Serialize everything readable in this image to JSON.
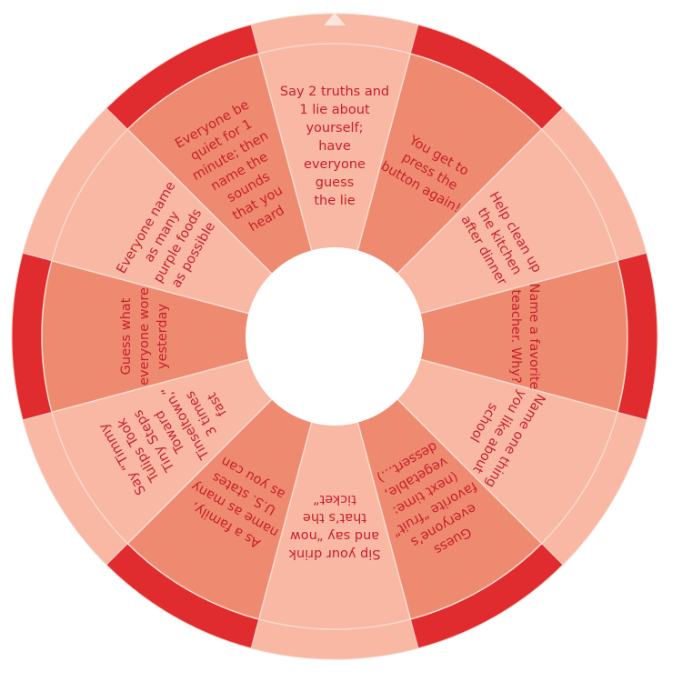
{
  "wheel": {
    "colors": {
      "outer_dark": "#e02b2f",
      "dark": "#ee8a70",
      "light": "#f8b8a3",
      "hub": "#ffffff",
      "text": "#c8202a",
      "pointer": "#fce5dc"
    },
    "segments": [
      {
        "lines": [
          "Say 2 truths and",
          "1 lie about",
          "yourself;",
          "have",
          "everyone",
          "guess",
          "the lie"
        ],
        "shade": "light",
        "rim": "light"
      },
      {
        "lines": [
          "You get to",
          "press the",
          "button again!"
        ],
        "shade": "dark",
        "rim": "red"
      },
      {
        "lines": [
          "Help clean up",
          "the kitchen",
          "after dinner"
        ],
        "shade": "light",
        "rim": "light"
      },
      {
        "lines": [
          "Name a favorite",
          "teacher. Why?"
        ],
        "shade": "dark",
        "rim": "red"
      },
      {
        "lines": [
          "Name one thing",
          "you like about",
          "school"
        ],
        "shade": "light",
        "rim": "light"
      },
      {
        "lines": [
          "Guess",
          "everyone’s",
          "favorite “fruit”",
          "(next time:",
          "vegetable,",
          "dessert…)"
        ],
        "shade": "dark",
        "rim": "red"
      },
      {
        "lines": [
          "Sip your drink",
          "and say “now",
          "that’s the",
          "ticket”"
        ],
        "shade": "light",
        "rim": "light"
      },
      {
        "lines": [
          "As a family,",
          "name as many",
          "U.S. states",
          "as you can"
        ],
        "shade": "dark",
        "rim": "red"
      },
      {
        "lines": [
          "Say “Timmy",
          "Tulips Took",
          "Tiny Steps",
          "Toward",
          "Tinseltown,”",
          "3 times",
          "fast"
        ],
        "shade": "light",
        "rim": "light"
      },
      {
        "lines": [
          "Guess what",
          "everyone wore",
          "yesterday"
        ],
        "shade": "dark",
        "rim": "red"
      },
      {
        "lines": [
          "Everyone name",
          "as many",
          "purple foods",
          "as possible"
        ],
        "shade": "light",
        "rim": "light"
      },
      {
        "lines": [
          "Everyone be",
          "quiet for 1",
          "minute; then",
          "name the",
          "sounds",
          "that you",
          "heard"
        ],
        "shade": "dark",
        "rim": "red"
      }
    ]
  }
}
